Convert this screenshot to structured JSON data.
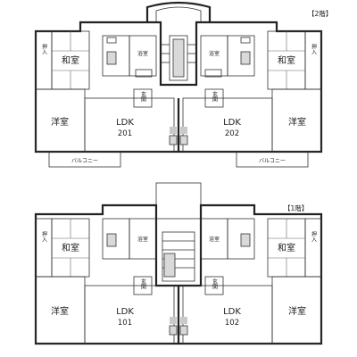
{
  "floors": {
    "upper": {
      "label": "【2階】",
      "units": [
        {
          "ldk": "LDK",
          "number": "201",
          "washitsu": "和室",
          "yoshitsu": "洋室",
          "yokushitsu": "浴室",
          "oshiire": "押入",
          "genkan": "玄関"
        },
        {
          "ldk": "LDK",
          "number": "202",
          "washitsu": "和室",
          "yoshitsu": "洋室",
          "yokushitsu": "浴室",
          "oshiire": "押入",
          "genkan": "玄関"
        }
      ],
      "balcony_left": "バルコニー",
      "balcony_right": "バルコニー"
    },
    "lower": {
      "label": "【1階】",
      "units": [
        {
          "ldk": "LDK",
          "number": "101",
          "washitsu": "和室",
          "yoshitsu": "洋室",
          "yokushitsu": "浴室",
          "oshiire": "押入",
          "genkan": "玄関"
        },
        {
          "ldk": "LDK",
          "number": "102",
          "washitsu": "和室",
          "yoshitsu": "洋室",
          "yokushitsu": "浴室",
          "oshiire": "押入",
          "genkan": "玄関"
        }
      ]
    }
  }
}
